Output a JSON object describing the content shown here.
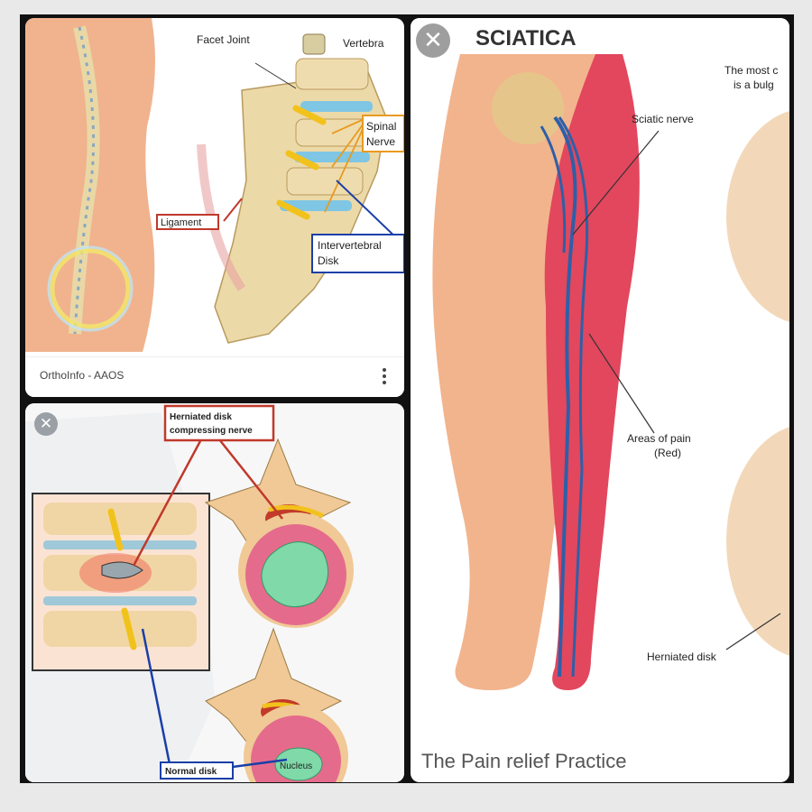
{
  "card_spine": {
    "labels": {
      "facet_joint": "Facet Joint",
      "vertebra": "Vertebra",
      "spinal_nerve_1": "Spinal",
      "spinal_nerve_2": "Nerve",
      "ligament": "Ligament",
      "disk_1": "Intervertebral",
      "disk_2": "Disk"
    },
    "source": "OrthoInfo - AAOS"
  },
  "card_herniated": {
    "labels": {
      "herniated_1": "Herniated disk",
      "herniated_2": "compressing nerve",
      "normal_disk": "Normal disk",
      "nucleus": "Nucleus"
    },
    "close_glyph": "✕"
  },
  "card_sciatica": {
    "title": "SCIATICA",
    "labels": {
      "corner_1": "The most c",
      "corner_2": "is a bulg",
      "sciatic_nerve": "Sciatic nerve",
      "areas_1": "Areas of pain",
      "areas_2": "(Red)",
      "herniated_disk": "Herniated disk"
    },
    "caption": "The Pain relief Practice",
    "close_glyph": "✕"
  },
  "colors": {
    "skin": "#f2b48d",
    "pain": "#e2475d",
    "nerve": "#2e5fa8",
    "bone": "#e9d8a6",
    "nucleus": "#7fd9a8"
  }
}
